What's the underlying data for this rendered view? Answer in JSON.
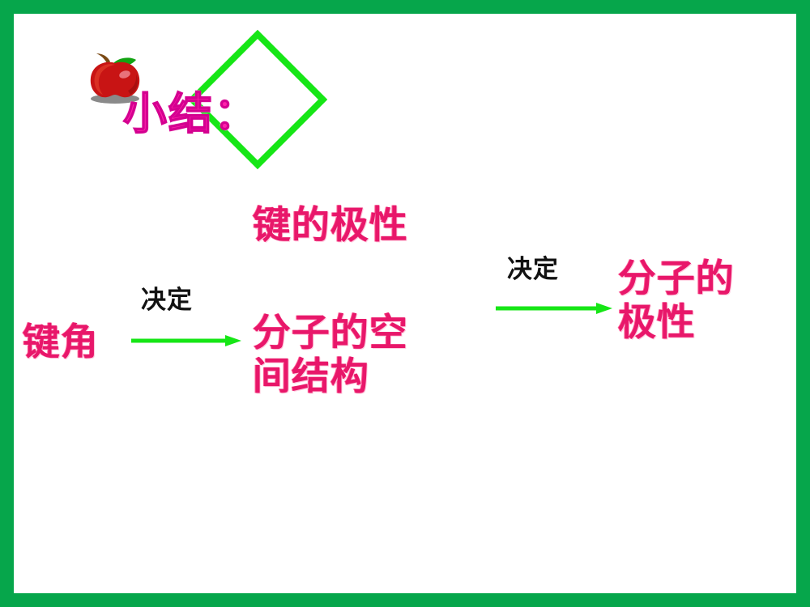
{
  "slide": {
    "background_color": "#FFFFFF",
    "frame_color": "#06A64B",
    "accent_green": "#16E616",
    "pink_color": "#E8176A",
    "title_color": "#FF22AA",
    "label_color": "#121212"
  },
  "title": {
    "text": "小结：",
    "icon": "apple-icon",
    "decoration": "green-diamond-outline"
  },
  "diagram": {
    "type": "flow",
    "nodes": [
      {
        "id": "bond-angle",
        "label": "键角"
      },
      {
        "id": "bond-polarity",
        "label": "键的极性"
      },
      {
        "id": "spatial",
        "label": "分子的空\n间结构"
      },
      {
        "id": "mol-polarity",
        "label": "分子的\n极性"
      }
    ],
    "arrows": [
      {
        "id": "arrow-1",
        "label": "决定",
        "from": "bond-angle",
        "to": "spatial"
      },
      {
        "id": "arrow-2",
        "label": "决定",
        "from": "spatial",
        "to": "mol-polarity"
      }
    ],
    "labels": {
      "decide_1": "决定",
      "decide_2": "决定"
    }
  }
}
